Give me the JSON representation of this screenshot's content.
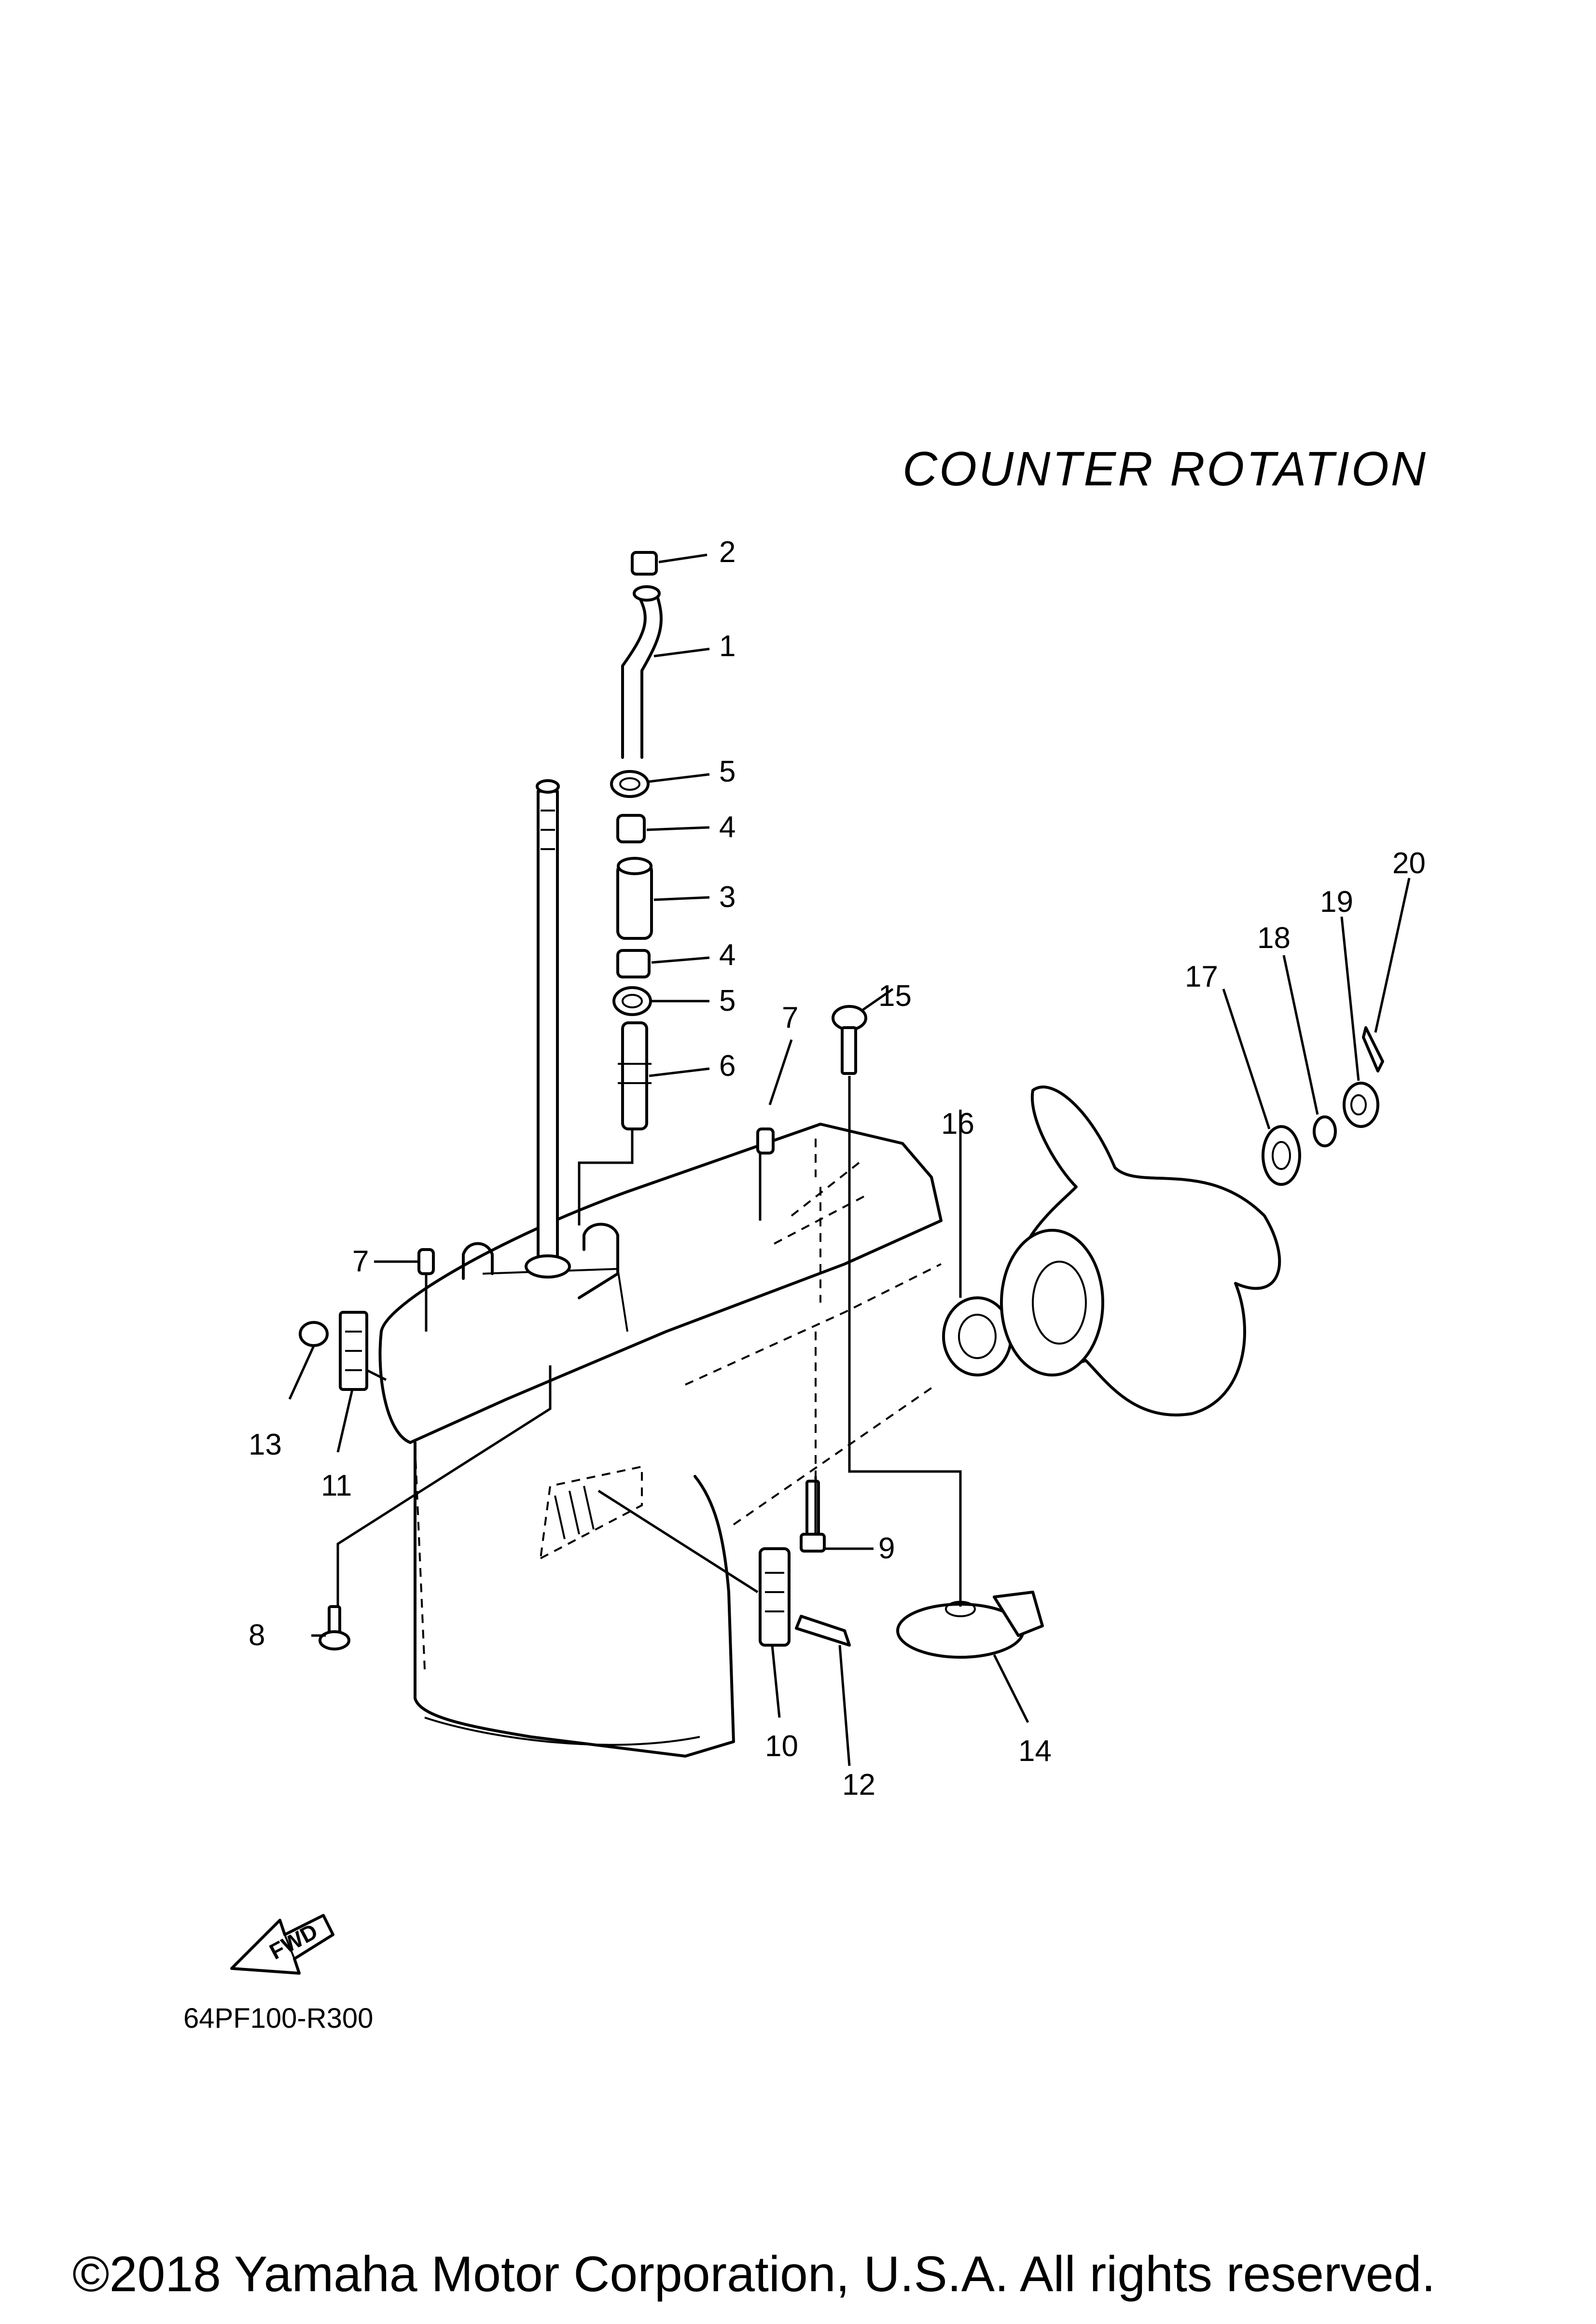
{
  "diagram": {
    "title": "COUNTER  ROTATION",
    "diagram_code": "64PF100-R300",
    "copyright": "©2018 Yamaha Motor Corporation, U.S.A. All rights reserved.",
    "fwd_label": "FWD",
    "callouts": [
      "2",
      "1",
      "5",
      "4",
      "3",
      "4",
      "5",
      "6",
      "7",
      "15",
      "16",
      "17",
      "18",
      "19",
      "20",
      "7",
      "13",
      "11",
      "8",
      "9",
      "10",
      "12",
      "14"
    ]
  }
}
